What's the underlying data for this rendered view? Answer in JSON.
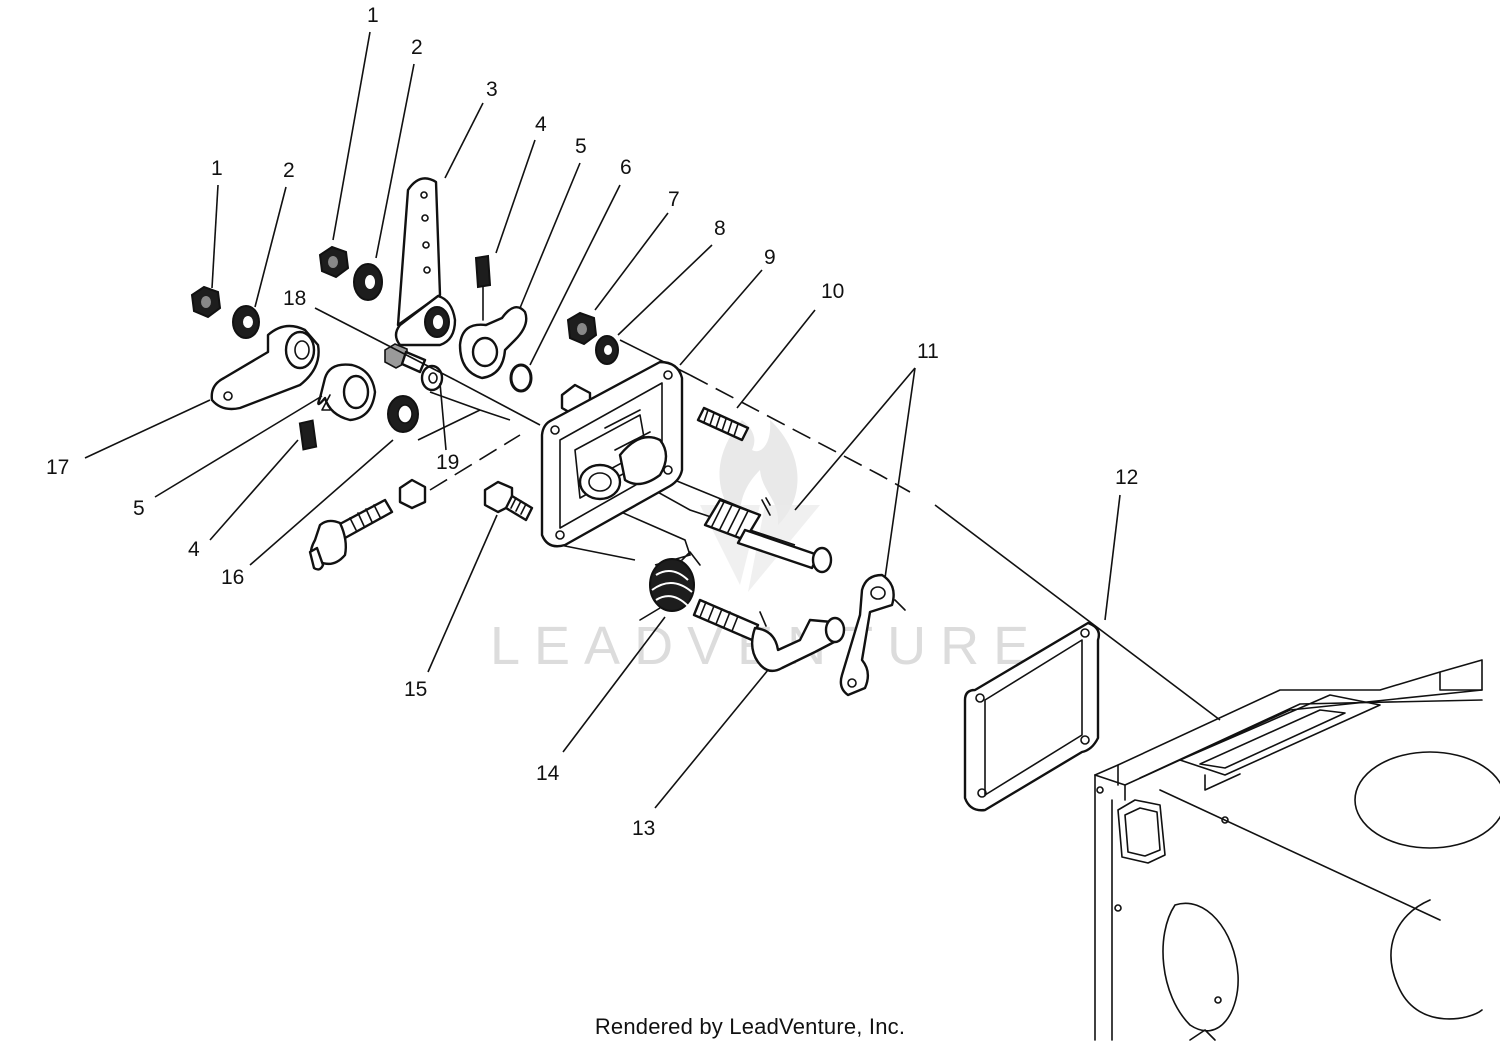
{
  "callouts": {
    "c1a": "1",
    "c2a": "2",
    "c3": "3",
    "c4a": "4",
    "c5a": "5",
    "c6": "6",
    "c7": "7",
    "c8": "8",
    "c9": "9",
    "c10": "10",
    "c11": "11",
    "c12": "12",
    "c1b": "1",
    "c2b": "2",
    "c18": "18",
    "c19": "19",
    "c17": "17",
    "c5b": "5",
    "c4b": "4",
    "c16": "16",
    "c15": "15",
    "c14": "14",
    "c13": "13"
  },
  "watermark": {
    "text": "LEADVENTURE",
    "logo_icon": "leadventure-flame-logo"
  },
  "footer": {
    "credit": "Rendered by LeadVenture, Inc."
  }
}
